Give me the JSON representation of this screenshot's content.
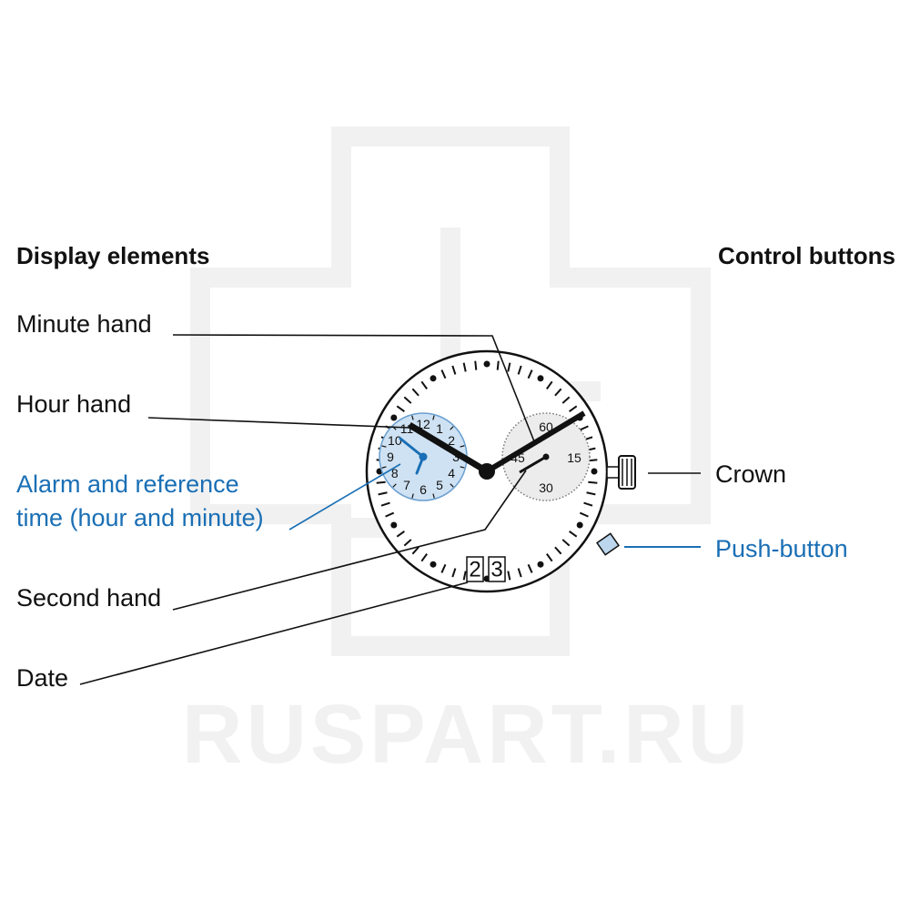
{
  "watermark": {
    "text": "RUSPART.RU"
  },
  "headers": {
    "display": "Display elements",
    "controls": "Control buttons"
  },
  "labels": {
    "minute_hand": "Minute hand",
    "hour_hand": "Hour hand",
    "alarm_line1": "Alarm and reference",
    "alarm_line2": "time (hour and minute)",
    "second_hand": "Second hand",
    "date": "Date",
    "crown": "Crown",
    "push_button": "Push-button"
  },
  "alarm_dial": {
    "numbers": [
      "12",
      "1",
      "2",
      "3",
      "4",
      "5",
      "6",
      "7",
      "8",
      "9",
      "10",
      "11"
    ]
  },
  "seconds_dial": {
    "numbers": [
      "60",
      "15",
      "30",
      "45"
    ]
  },
  "date_digits": [
    "2",
    "3"
  ],
  "colors": {
    "accent": "#1a6fb5",
    "alarm_dial": "#cfe2f3",
    "seconds_dial": "#ececec",
    "watermark": "#f1f1f1"
  }
}
